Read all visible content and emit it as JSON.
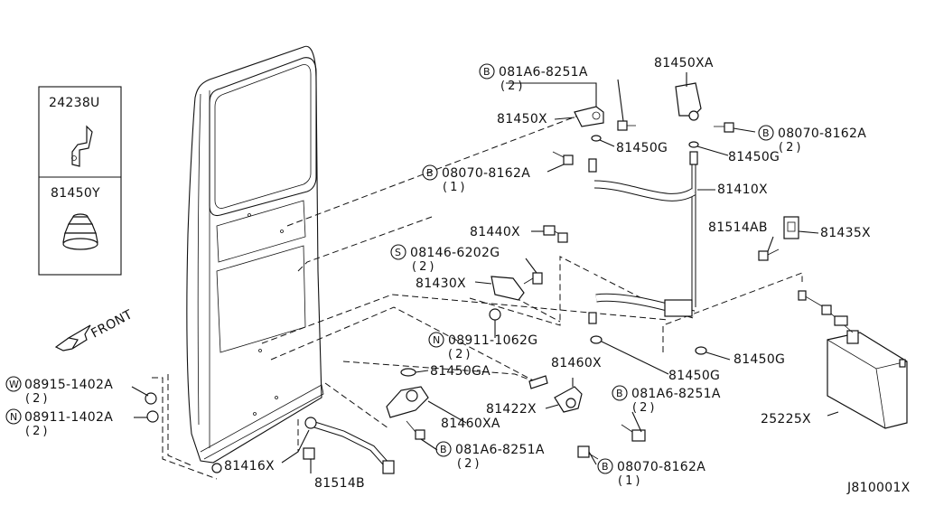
{
  "diagram": {
    "code": "J810001X",
    "front": "FRONT",
    "inset": {
      "top_label": "24238U",
      "bottom_label": "81450Y"
    },
    "labels": {
      "l81450XA": "81450XA",
      "l081A6_top": "081A6-8251A",
      "l081A6_top_qty": "(2)",
      "l81450X": "81450X",
      "l81450G_a": "81450G",
      "l08070_top": "08070-8162A",
      "l08070_top_qty": "(2)",
      "l81450G_b": "81450G",
      "l08070_mid": "08070-8162A",
      "l08070_mid_qty": "(1)",
      "l81410X": "81410X",
      "l81440X": "81440X",
      "l81514AB": "81514AB",
      "l81435X": "81435X",
      "l08146": "08146-6202G",
      "l08146_qty": "(2)",
      "l81430X": "81430X",
      "l08911_mid": "08911-1062G",
      "l08911_mid_qty": "(2)",
      "l81450G_c": "81450G",
      "l81450GA": "81450GA",
      "l81460X": "81460X",
      "l81450G_d": "81450G",
      "l081A6_mid": "081A6-8251A",
      "l081A6_mid_qty": "(2)",
      "l81422X": "81422X",
      "l81460XA": "81460XA",
      "l25225X": "25225X",
      "l08915": "08915-1402A",
      "l08915_qty": "(2)",
      "l08911_left": "08911-1402A",
      "l08911_left_qty": "(2)",
      "l081A6_bot": "081A6-8251A",
      "l081A6_bot_qty": "(2)",
      "l81416X": "81416X",
      "l81514B": "81514B",
      "l08070_bot": "08070-8162A",
      "l08070_bot_qty": "(1)"
    },
    "prefixes": {
      "B": "B",
      "S": "S",
      "N": "N",
      "W": "W"
    }
  }
}
